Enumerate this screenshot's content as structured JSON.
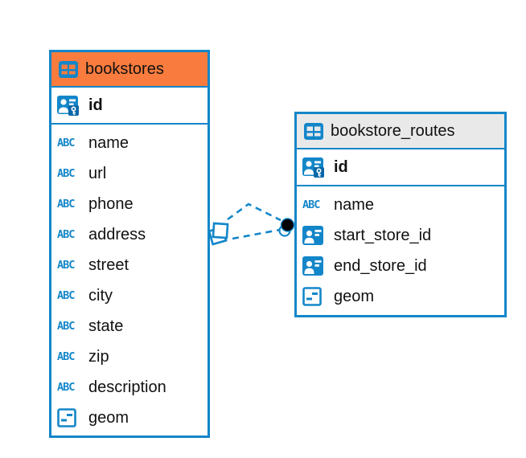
{
  "canvas": {
    "background": "#FFFFFF"
  },
  "colors": {
    "accent_blue": "#1386C9",
    "bookstores_header": "#F97C3E",
    "bookstore_routes_header": "#E9E9EA",
    "text": "#111111",
    "key_badge_blue": "#0967A8",
    "relationship_dot": "#000000"
  },
  "type_icons": {
    "text_label": "ABC"
  },
  "tables": [
    {
      "name": "bookstores",
      "icon": "table-grid-icon",
      "header_color": "#F97C3E",
      "primary_key": {
        "name": "id",
        "icon": "person-key-icon"
      },
      "columns": [
        {
          "name": "name",
          "type": "text"
        },
        {
          "name": "url",
          "type": "text"
        },
        {
          "name": "phone",
          "type": "text"
        },
        {
          "name": "address",
          "type": "text"
        },
        {
          "name": "street",
          "type": "text"
        },
        {
          "name": "city",
          "type": "text"
        },
        {
          "name": "state",
          "type": "text"
        },
        {
          "name": "zip",
          "type": "text"
        },
        {
          "name": "description",
          "type": "text"
        },
        {
          "name": "geom",
          "type": "object"
        }
      ]
    },
    {
      "name": "bookstore_routes",
      "icon": "table-grid-icon",
      "header_color": "#E9E9EA",
      "primary_key": {
        "name": "id",
        "icon": "person-key-icon"
      },
      "columns": [
        {
          "name": "name",
          "type": "text"
        },
        {
          "name": "start_store_id",
          "type": "reference"
        },
        {
          "name": "end_store_id",
          "type": "reference"
        },
        {
          "name": "geom",
          "type": "object"
        }
      ]
    }
  ],
  "relationships": [
    {
      "from_table": "bookstores",
      "to_table": "bookstore_routes",
      "line_style": "dashed",
      "source_glyph": "stacked-squares-icon",
      "target_glyph": "filled-dot-icon"
    },
    {
      "from_table": "bookstores",
      "to_table": "bookstore_routes",
      "line_style": "dashed",
      "source_glyph": "stacked-squares-icon",
      "target_glyph": "filled-dot-icon"
    }
  ]
}
